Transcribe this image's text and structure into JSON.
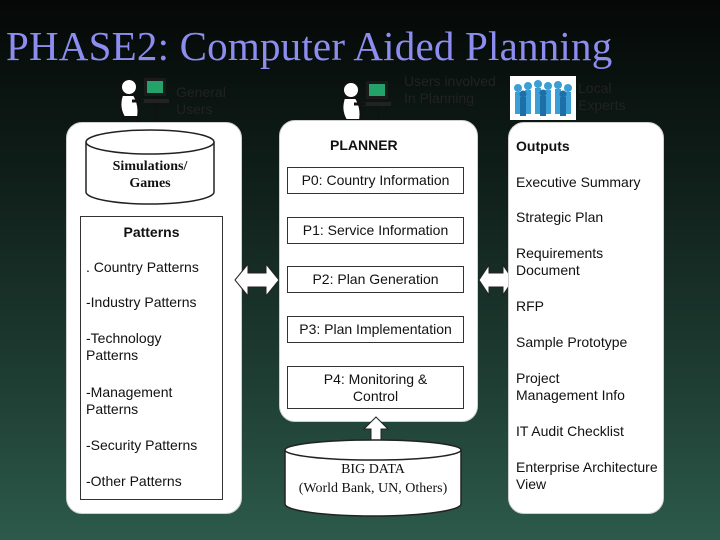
{
  "title": "PHASE2: Computer Aided Planning",
  "actors": {
    "general_users": "General\nUsers",
    "planning_users": "Users involved\nIn Planning",
    "local_experts": "Local\nExperts"
  },
  "left": {
    "simulations": [
      "Simulations/",
      "Games"
    ],
    "patterns_header": "Patterns",
    "patterns": [
      ". Country Patterns",
      "-Industry Patterns",
      "-Technology\nPatterns",
      "-Management\nPatterns",
      "-Security Patterns",
      "-Other Patterns"
    ]
  },
  "planner": {
    "header": "PLANNER",
    "phases": [
      "P0: Country Information",
      "P1: Service Information",
      "P2: Plan Generation",
      "P3: Plan Implementation",
      "P4: Monitoring &\nControl"
    ]
  },
  "big_data": [
    "BIG DATA",
    "(World Bank,  UN, Others)"
  ],
  "outputs": {
    "header": "Outputs",
    "items": [
      "Executive Summary",
      "Strategic Plan",
      "Requirements\nDocument",
      "RFP",
      "Sample Prototype",
      "Project\nManagement Info",
      "IT Audit Checklist",
      "Enterprise Architecture\nView"
    ]
  }
}
